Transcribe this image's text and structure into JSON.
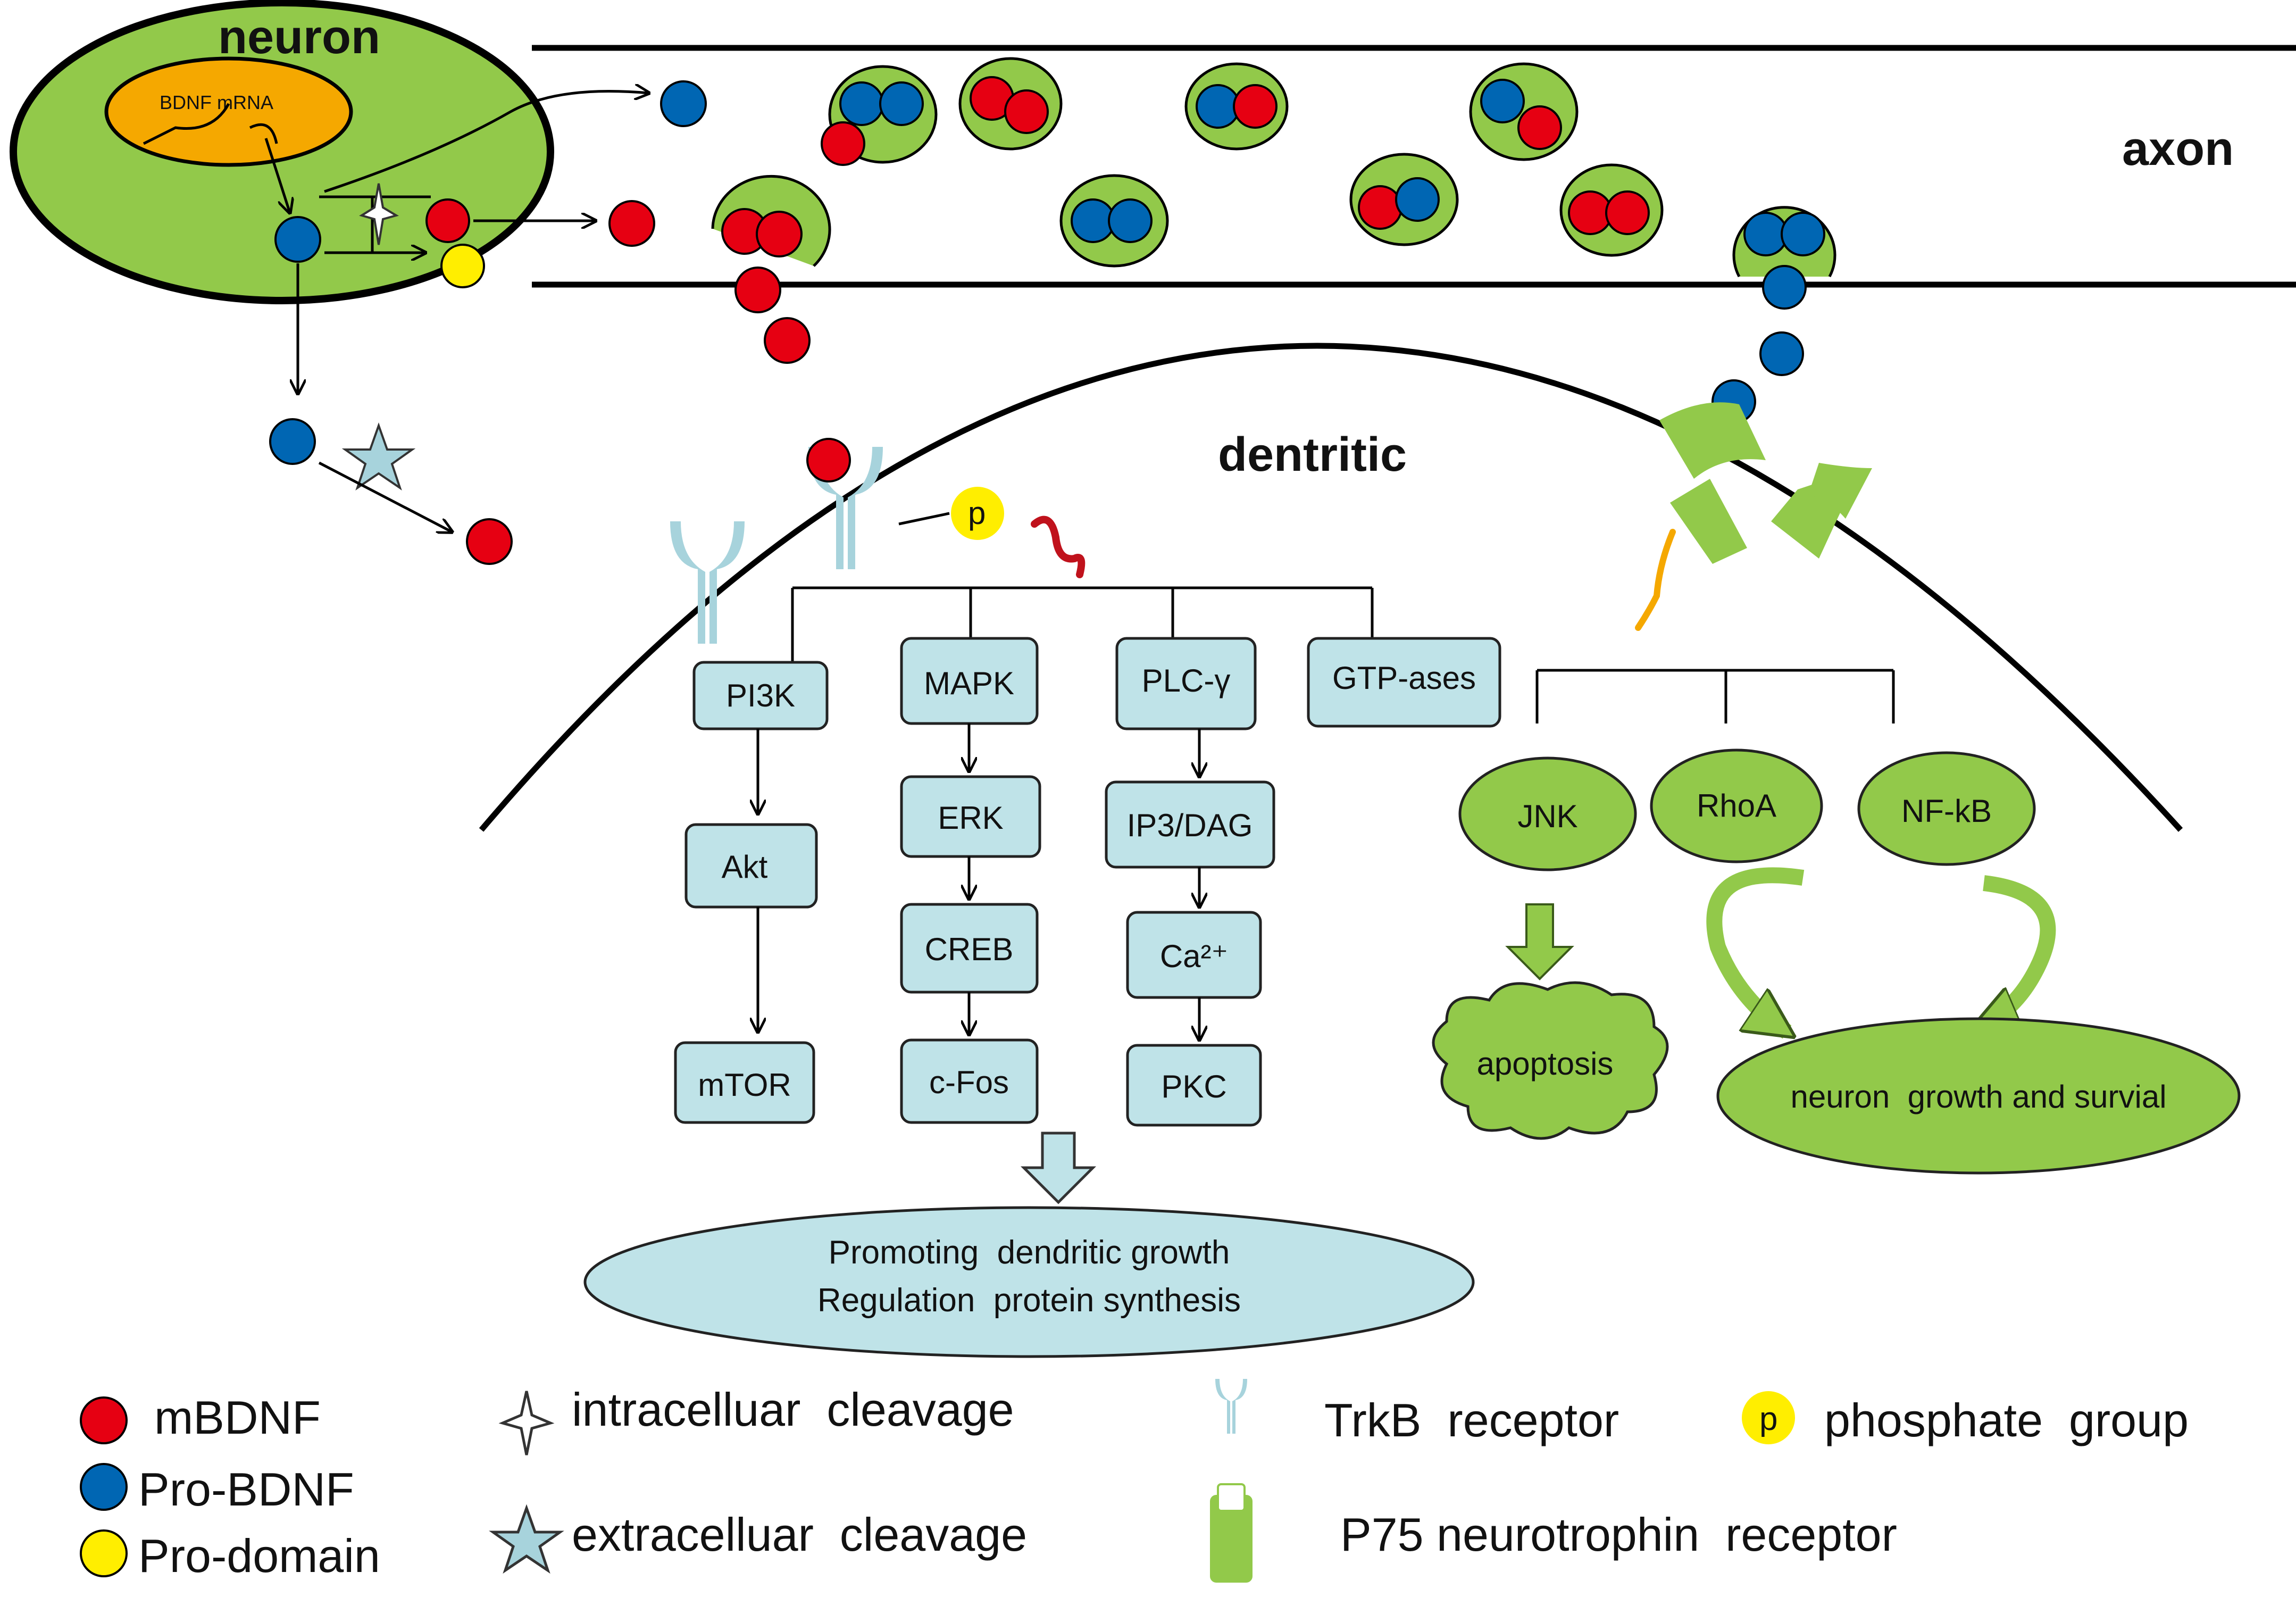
{
  "labels": {
    "neuron": "neuron",
    "axon": "axon",
    "dendritic": "dentritic",
    "bdnf_mrna": "BDNF mRNA",
    "phosphate_p": "p"
  },
  "trkb_pathways": {
    "pi3k": "PI3K",
    "akt": "Akt",
    "mtor": "mTOR",
    "mapk": "MAPK",
    "erk": "ERK",
    "creb": "CREB",
    "cfos": "c-Fos",
    "plc": "PLC-γ",
    "ip3dag": "IP3/DAG",
    "ca": "Ca²⁺",
    "pkc": "PKC",
    "gtpases": "GTP-ases"
  },
  "outcome": {
    "line1": "Promoting  dendritic growth",
    "line2": "Regulation  protein synthesis"
  },
  "p75_pathways": {
    "jnk": "JNK",
    "rhoa": "RhoA",
    "nfkb": "NF-kB",
    "apoptosis": "apoptosis",
    "growth": "neuron  growth and survial"
  },
  "legend": {
    "mbdnf": "mBDNF",
    "probdnf": "Pro-BDNF",
    "prodomain": "Pro-domain",
    "intracellular": "intracelluar  cleavage",
    "extracellular": "extracelluar  cleavage",
    "trkb": "TrkB  receptor",
    "phosphate": "phosphate  group",
    "phosphate_p": "p",
    "p75": "P75 neurotrophin  receptor"
  },
  "colors": {
    "mbdnf": "#e60012",
    "probdnf": "#0066b3",
    "prodomain": "#ffee00",
    "neuron_fill": "#92c94a",
    "mrna_fill": "#f5a800",
    "pathway_box": "#bfe3e8",
    "p75_green": "#92c94a",
    "trkb_color": "#a7d3dc"
  }
}
